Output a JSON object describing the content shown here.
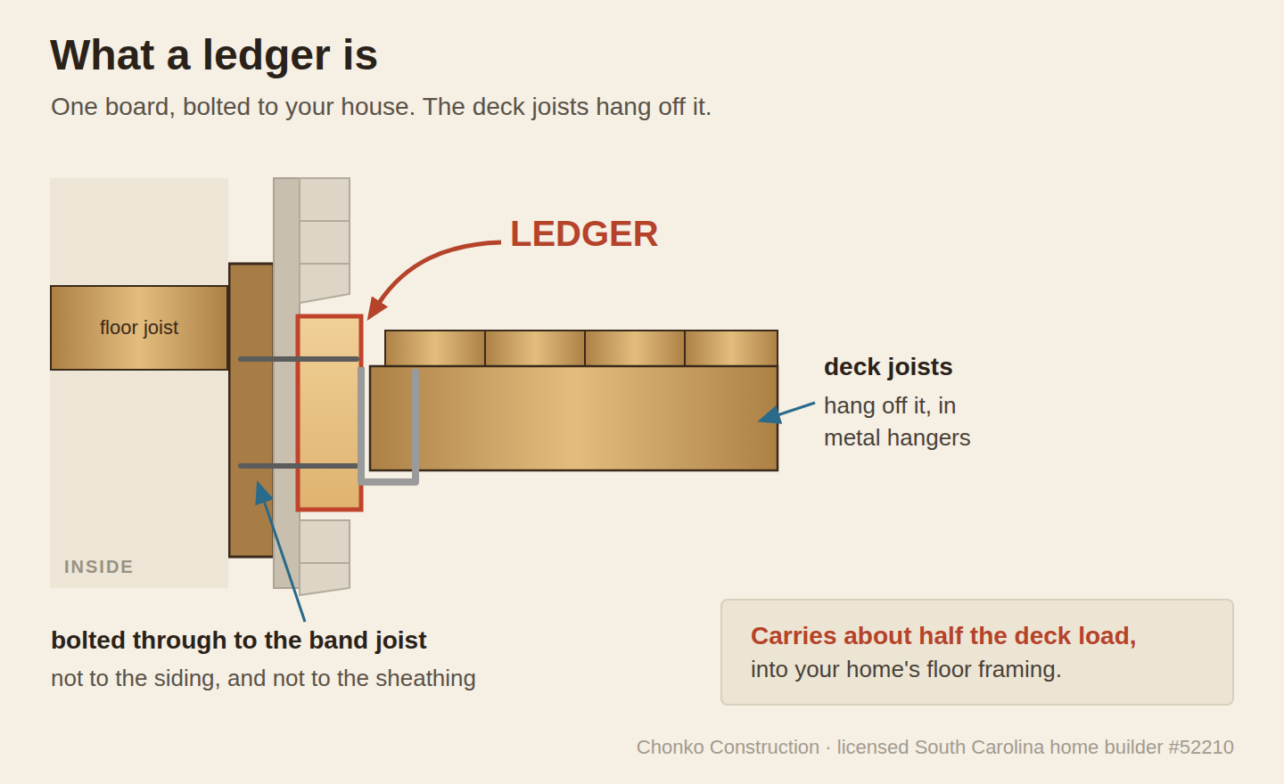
{
  "diagram": {
    "title": "What a ledger is",
    "caption": "One board, bolted to your house. The deck joists hang off it.",
    "nodes": [
      {
        "text": [
          "INSIDE"
        ]
      },
      {
        "text": [
          "floor joist"
        ],
        "in": 0
      },
      {
        "text": [
          "Carries about half the deck load,",
          "into your home's floor framing."
        ]
      }
    ],
    "labels": [
      "LEDGER",
      "deck joists",
      "hang off it, in metal hangers",
      "bolted through to the band joist",
      "not to the siding, and not to the sheathing",
      "Chonko Construction · licensed South Carolina home builder #52210"
    ]
  }
}
